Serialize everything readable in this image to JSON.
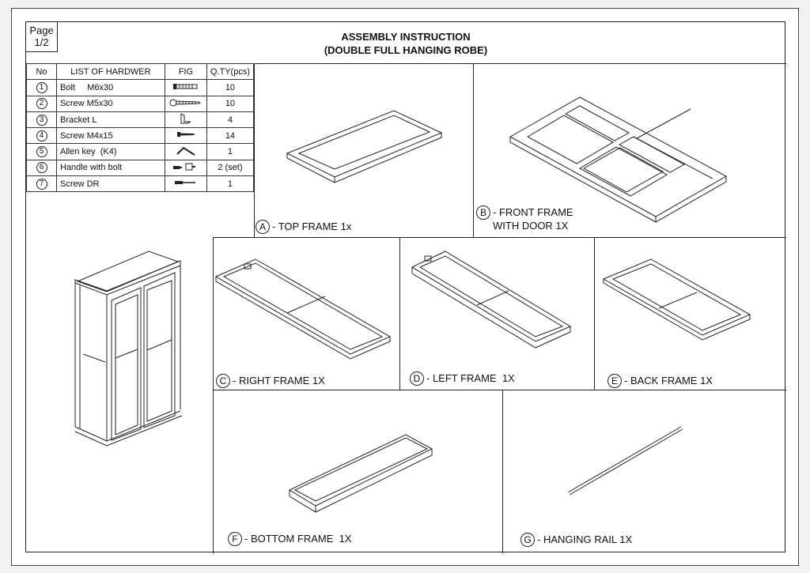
{
  "page": {
    "label": "Page",
    "number": "1/2"
  },
  "title": {
    "line1": "ASSEMBLY INSTRUCTION",
    "line2": "(DOUBLE FULL HANGING ROBE)"
  },
  "hardware_table": {
    "headers": {
      "no": "No",
      "list": "LIST OF HARDWER",
      "fig": "FIG",
      "qty": "Q.TY(pcs)"
    },
    "rows": [
      {
        "no": "1",
        "name": "Bolt     M6x30",
        "qty": "10",
        "fig_icon": "bolt-icon"
      },
      {
        "no": "2",
        "name": "Screw M5x30",
        "qty": "10",
        "fig_icon": "screw-icon"
      },
      {
        "no": "3",
        "name": "Bracket L",
        "qty": "4",
        "fig_icon": "bracket-icon"
      },
      {
        "no": "4",
        "name": "Screw M4x15",
        "qty": "14",
        "fig_icon": "small-screw-icon"
      },
      {
        "no": "5",
        "name": "Allen key  (K4)",
        "qty": "1",
        "fig_icon": "allen-key-icon"
      },
      {
        "no": "6",
        "name": "Handle with bolt",
        "qty": "2 (set)",
        "fig_icon": "handle-icon"
      },
      {
        "no": "7",
        "name": "Screw DR",
        "qty": "1",
        "fig_icon": "screwdriver-icon"
      }
    ]
  },
  "parts": [
    {
      "letter": "A",
      "label": "- TOP FRAME 1x"
    },
    {
      "letter": "B",
      "label": "- FRONT FRAME\nWITH DOOR 1X"
    },
    {
      "letter": "C",
      "label": "- RIGHT FRAME 1X"
    },
    {
      "letter": "D",
      "label": "- LEFT FRAME  1X"
    },
    {
      "letter": "E",
      "label": "- BACK FRAME 1X"
    },
    {
      "letter": "F",
      "label": "- BOTTOM FRAME  1X"
    },
    {
      "letter": "G",
      "label": "- HANGING RAIL 1X"
    }
  ]
}
